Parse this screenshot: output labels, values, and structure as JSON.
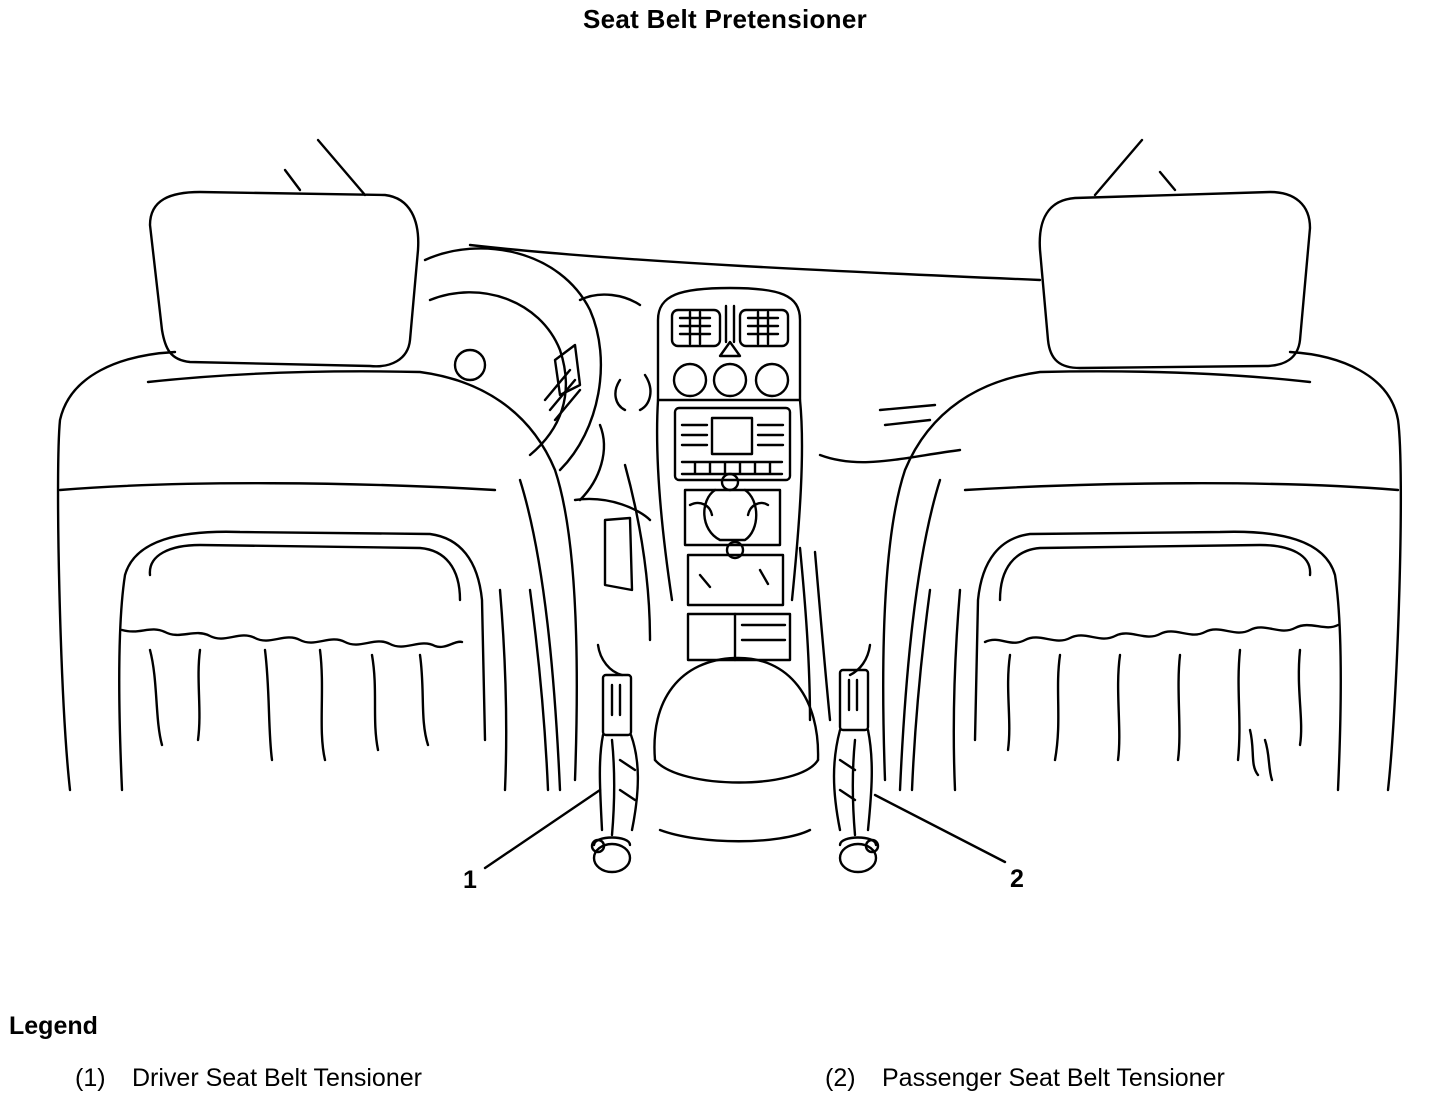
{
  "title": "Seat Belt Pretensioner",
  "callouts": [
    {
      "id": "1",
      "label": "1"
    },
    {
      "id": "2",
      "label": "2"
    }
  ],
  "legend": {
    "heading": "Legend",
    "items": [
      {
        "num": "(1)",
        "text": "Driver Seat Belt Tensioner"
      },
      {
        "num": "(2)",
        "text": "Passenger Seat Belt Tensioner"
      }
    ]
  }
}
